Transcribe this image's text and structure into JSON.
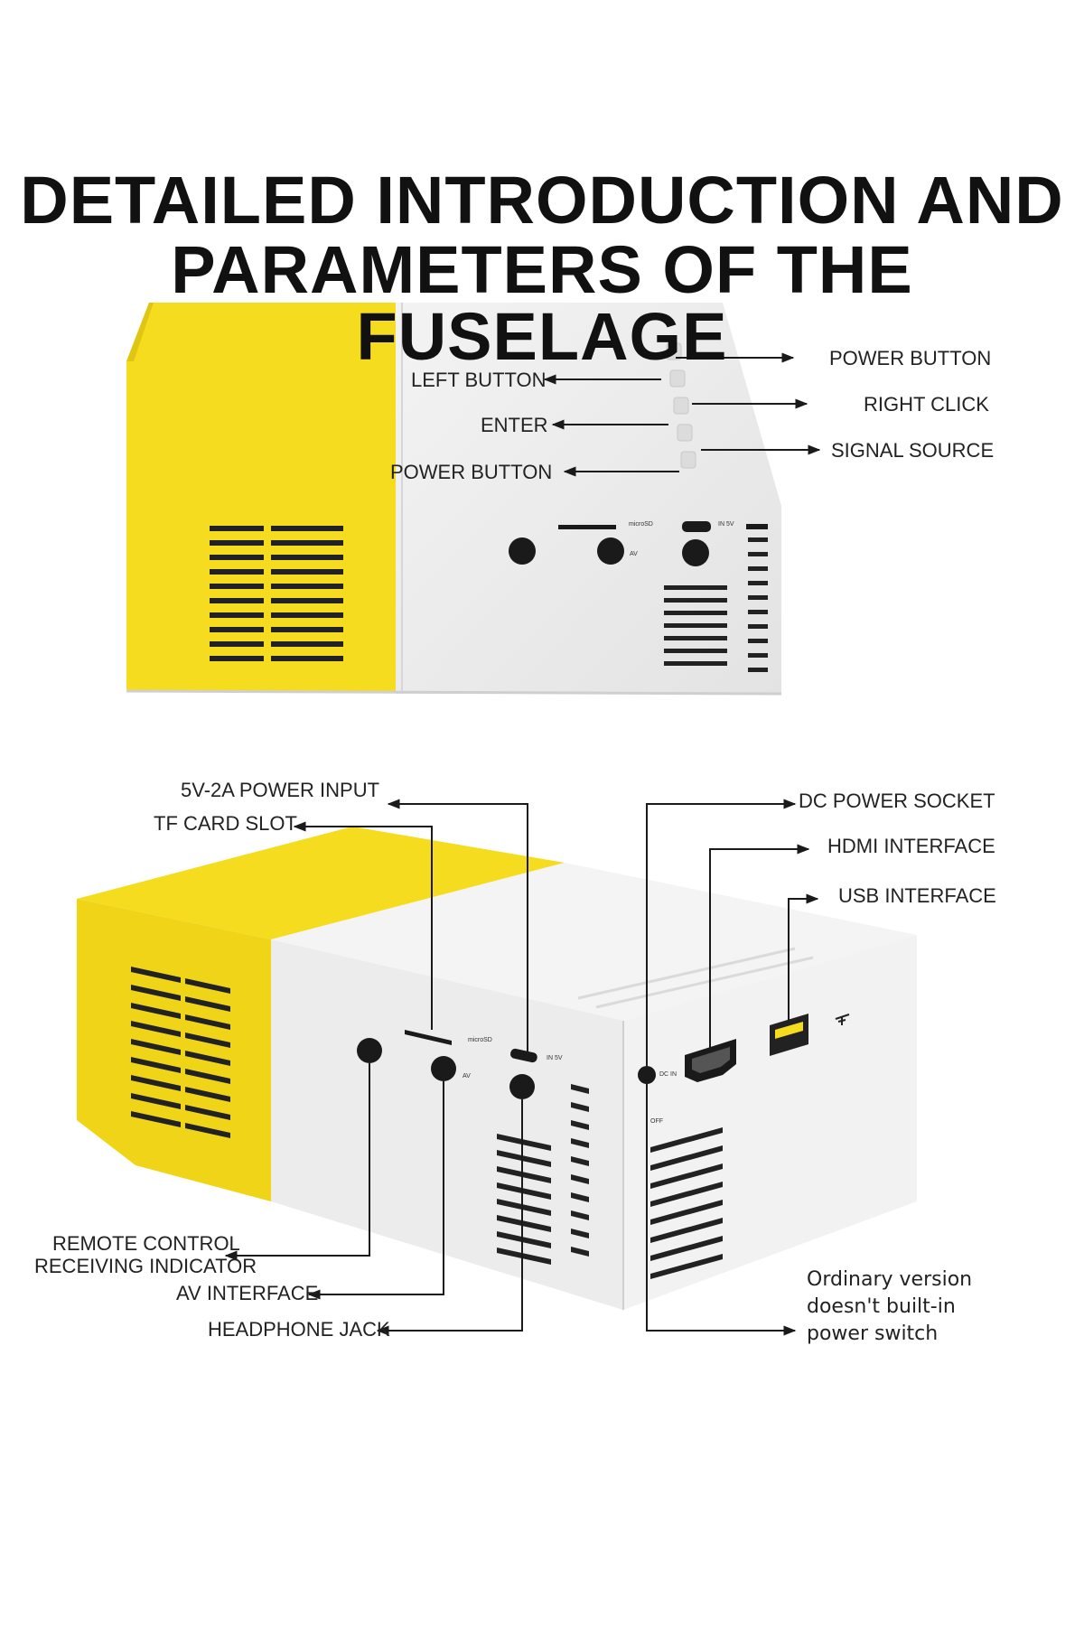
{
  "title": {
    "line1": "DETAILED INTRODUCTION AND",
    "line2": "PARAMETERS OF THE FUSELAGE"
  },
  "top_view": {
    "labels_left": {
      "left_button": "LEFT BUTTON",
      "enter": "ENTER",
      "power_button": "POWER BUTTON"
    },
    "labels_right": {
      "power_button": "POWER BUTTON",
      "right_click": "RIGHT CLICK",
      "signal_source": "SIGNAL SOURCE"
    },
    "port_marks": {
      "microsd": "microSD",
      "in5v": "IN 5V",
      "av": "AV"
    }
  },
  "bottom_view": {
    "labels_top_left": {
      "power_input": "5V-2A POWER INPUT",
      "tf_slot": "TF CARD SLOT"
    },
    "labels_top_right": {
      "dc_socket": "DC POWER SOCKET",
      "hdmi": "HDMI INTERFACE",
      "usb": "USB INTERFACE"
    },
    "labels_bottom_left": {
      "remote_line1": "REMOTE CONTROL",
      "remote_line2": "RECEIVING INDICATOR",
      "av": "AV INTERFACE",
      "headphone": "HEADPHONE JACK"
    },
    "note": {
      "line1": "Ordinary version",
      "line2": "doesn't built-in",
      "line3": "power switch"
    },
    "port_marks": {
      "microsd": "microSD",
      "in5v": "IN 5V",
      "av": "AV",
      "dcin": "DC IN",
      "off": "OFF"
    }
  },
  "colors": {
    "yellow": "#f5dc1e",
    "shell": "#eeeeee",
    "line": "#1a1a1a"
  }
}
